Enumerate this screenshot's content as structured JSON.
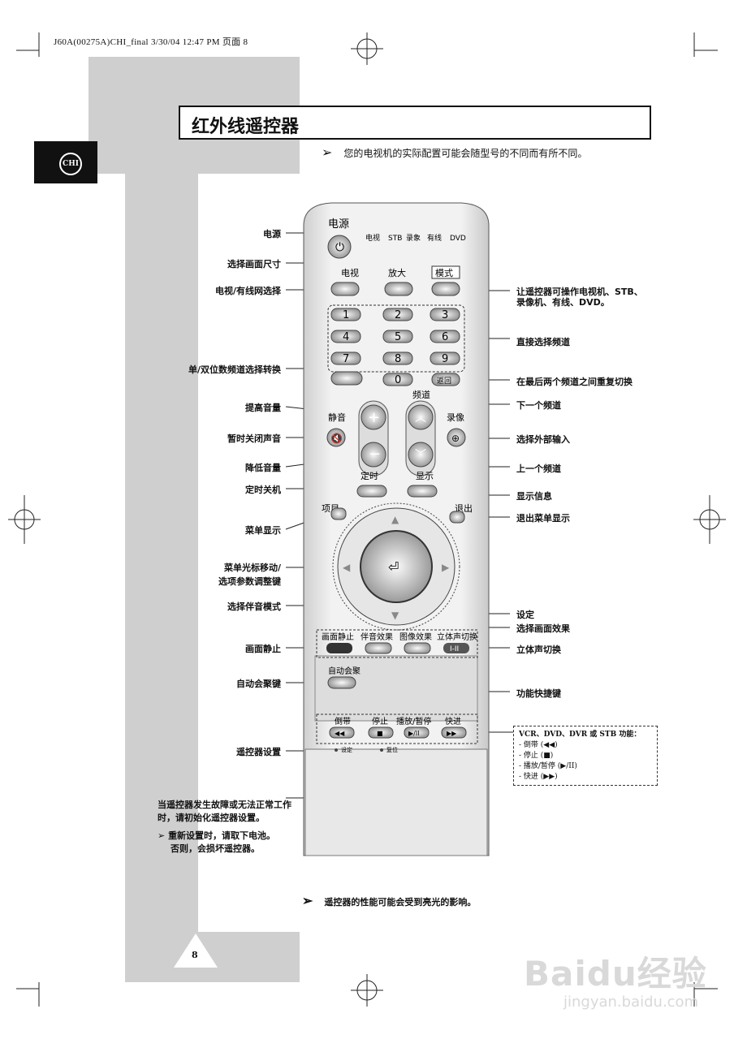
{
  "header_meta": "J60A(00275A)CHI_final  3/30/04  12:47 PM  页面 8",
  "lang_tab": "CHI",
  "title": "红外线遥控器",
  "note_top": "您的电视机的实际配置可能会随型号的不同而有所不同。",
  "note_bottom": "遥控器的性能可能会受到亮光的影响。",
  "page_number": "8",
  "left_labels": {
    "power": "电源",
    "picture_size": "选择画面尺寸",
    "tv_cable": "电视/有线网选择",
    "digit_toggle": "单/双位数频道选择转换",
    "vol_up": "提高音量",
    "mute": "暂时关闭声音",
    "vol_down": "降低音量",
    "sleep": "定时关机",
    "menu": "菜单显示",
    "cursor_1": "菜单光标移动/",
    "cursor_2": "选项参数调整键",
    "sound_mode": "选择伴音模式",
    "still": "画面静止",
    "auto_focus": "自动会聚键",
    "remote_setup": "遥控器设置"
  },
  "right_labels": {
    "mode": "让遥控器可操作电视机、STB、",
    "mode_2": "录像机、有线、DVD。",
    "direct_channel": "直接选择频道",
    "prev_channel": "在最后两个频道之间重复切换",
    "ch_up": "下一个频道",
    "source": "选择外部输入",
    "ch_down": "上一个频道",
    "info": "显示信息",
    "exit": "退出菜单显示",
    "enter": "设定",
    "picture_effect": "选择画面效果",
    "stereo": "立体声切换",
    "shortcut": "功能快捷键"
  },
  "vcr_box": {
    "title": "VCR、DVD、DVR 或 STB 功能：",
    "items": [
      "- 倒带 (◀◀)",
      "- 停止 (■)",
      "- 播放/暂停 (▶/II)",
      "- 快进 (▶▶)"
    ]
  },
  "reset_note": {
    "main": "当遥控器发生故障或无法正常工作时，请初始化遥控器设置。",
    "sub_1": "重新设置时，请取下电池。",
    "sub_2": "否则，会损坏遥控器。",
    "arrow": "➢"
  },
  "remote": {
    "power_label": "电源",
    "modes": [
      "电视",
      "STB",
      "录象",
      "有线",
      "DVD"
    ],
    "tv": "电视",
    "zoom": "放大",
    "mode_btn": "模式",
    "digits": [
      "1",
      "2",
      "3",
      "4",
      "5",
      "6",
      "7",
      "8",
      "9",
      "0"
    ],
    "back": "返回",
    "channel": "频道",
    "mute": "静音",
    "record": "录像",
    "timer": "定时",
    "display": "显示",
    "menu": "项目",
    "exit": "退出",
    "still": "画面静止",
    "sound": "伴音效果",
    "picture": "图像效果",
    "stereo": "立体声切换",
    "stereo_btn": "I-II",
    "auto_focus": "自动会聚",
    "transport": [
      "倒带",
      "停止",
      "播放/暂停",
      "快进"
    ],
    "setup": "设定",
    "reset": "复位"
  },
  "watermark": {
    "logo": "Baidu经验",
    "url": "jingyan.baidu.com"
  }
}
